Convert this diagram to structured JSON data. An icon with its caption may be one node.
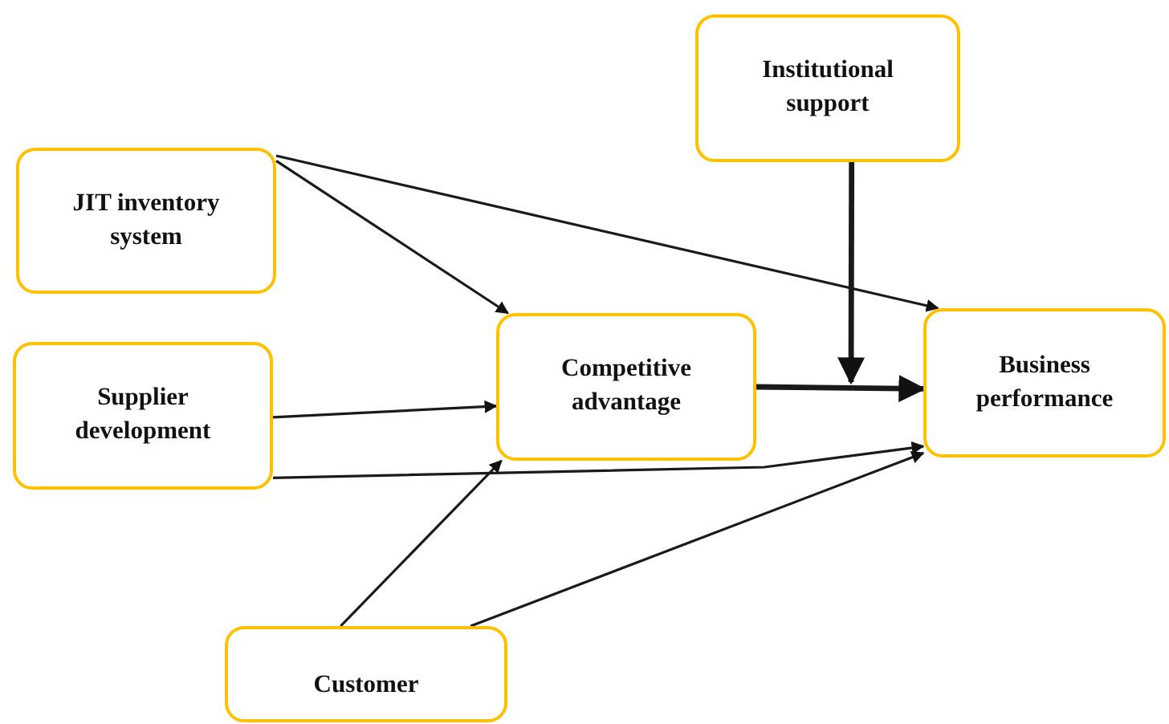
{
  "diagram": {
    "nodes": [
      {
        "text": [
          "JIT inventory system"
        ]
      },
      {
        "text": [
          "Supplier development"
        ]
      },
      {
        "text": [
          "Competitive advantage"
        ]
      },
      {
        "text": [
          "Institutional support"
        ]
      },
      {
        "text": [
          "Business performance"
        ]
      },
      {
        "text": [
          "Customer"
        ]
      }
    ],
    "edges": [
      {
        "from": 0,
        "to": 2,
        "arrow": "to"
      },
      {
        "from": 0,
        "to": 4,
        "arrow": "to"
      },
      {
        "from": 1,
        "to": 2,
        "arrow": "to"
      },
      {
        "from": 1,
        "to": 4,
        "arrow": "to"
      },
      {
        "from": 5,
        "to": 2,
        "arrow": "to"
      },
      {
        "from": 5,
        "to": 4,
        "arrow": "to"
      },
      {
        "from": 2,
        "to": 4,
        "arrow": "to",
        "style": "thick"
      },
      {
        "from": 3,
        "to": null,
        "arrow": "to",
        "style": "thick"
      }
    ]
  }
}
